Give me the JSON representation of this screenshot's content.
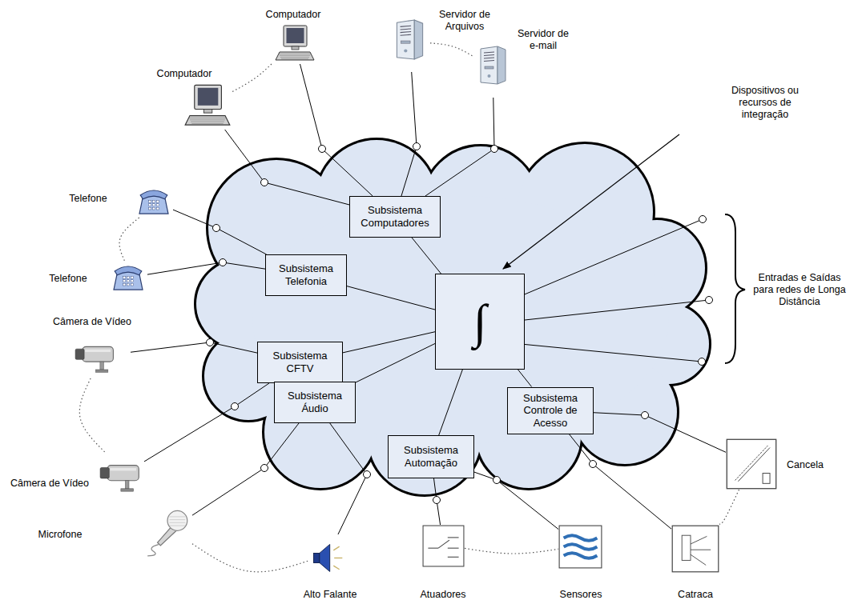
{
  "diagram": {
    "nodes": [
      {
        "text": [
          "Computador"
        ]
      },
      {
        "text": [
          "Computador"
        ]
      },
      {
        "text": [
          "Servidor de Arquivos"
        ]
      },
      {
        "text": [
          "Servidor de e-mail"
        ]
      },
      {
        "text": [
          "Telefone"
        ]
      },
      {
        "text": [
          "Telefone"
        ]
      },
      {
        "text": [
          "Câmera de Vídeo"
        ]
      },
      {
        "text": [
          "Câmera de Vídeo"
        ]
      },
      {
        "text": [
          "Microfone"
        ]
      },
      {
        "text": [
          "Alto Falante"
        ]
      },
      {
        "text": [
          "Atuadores"
        ]
      },
      {
        "text": [
          "Sensores"
        ]
      },
      {
        "text": [
          "Cancela"
        ]
      },
      {
        "text": [
          "Catraca"
        ]
      },
      {
        "text": [
          "Subsistema Computadores"
        ]
      },
      {
        "text": [
          "Subsistema Telefonia"
        ]
      },
      {
        "text": [
          "Subsistema CFTV"
        ]
      },
      {
        "text": [
          "Subsistema Áudio"
        ]
      },
      {
        "text": [
          "Subsistema Automação"
        ]
      },
      {
        "text": [
          "Subsistema Controle de Acesso"
        ]
      },
      {
        "text": [
          "∫"
        ]
      }
    ],
    "edges": [
      {
        "from": 14,
        "to": 0,
        "arrow": "none"
      },
      {
        "from": 14,
        "to": 1,
        "arrow": "none"
      },
      {
        "from": 14,
        "to": 2,
        "arrow": "none"
      },
      {
        "from": 14,
        "to": 3,
        "arrow": "none"
      },
      {
        "from": 15,
        "to": 4,
        "arrow": "none"
      },
      {
        "from": 15,
        "to": 5,
        "arrow": "none"
      },
      {
        "from": 16,
        "to": 6,
        "arrow": "none"
      },
      {
        "from": 16,
        "to": 7,
        "arrow": "none"
      },
      {
        "from": 17,
        "to": 8,
        "arrow": "none"
      },
      {
        "from": 17,
        "to": 9,
        "arrow": "none"
      },
      {
        "from": 18,
        "to": 10,
        "arrow": "none"
      },
      {
        "from": 18,
        "to": 11,
        "arrow": "none"
      },
      {
        "from": 19,
        "to": 12,
        "arrow": "none"
      },
      {
        "from": 19,
        "to": 13,
        "arrow": "none"
      },
      {
        "from": 20,
        "to": 14,
        "arrow": "none"
      },
      {
        "from": 20,
        "to": 15,
        "arrow": "none"
      },
      {
        "from": 20,
        "to": 16,
        "arrow": "none"
      },
      {
        "from": 20,
        "to": 17,
        "arrow": "none"
      },
      {
        "from": 20,
        "to": 18,
        "arrow": "none"
      },
      {
        "from": 20,
        "to": 19,
        "arrow": "none"
      },
      {
        "from": 0,
        "to": 1,
        "arrow": "none"
      },
      {
        "from": 2,
        "to": 3,
        "arrow": "none"
      },
      {
        "from": 4,
        "to": 5,
        "arrow": "none"
      },
      {
        "from": 6,
        "to": 7,
        "arrow": "none"
      },
      {
        "from": 8,
        "to": 9,
        "arrow": "none"
      },
      {
        "from": 10,
        "to": 11,
        "arrow": "none"
      },
      {
        "from": 12,
        "to": 13,
        "arrow": "none"
      }
    ],
    "labels": [
      "Dispositivos ou recursos de integração",
      "Entradas e Saídas para redes de Longa Distância"
    ]
  }
}
